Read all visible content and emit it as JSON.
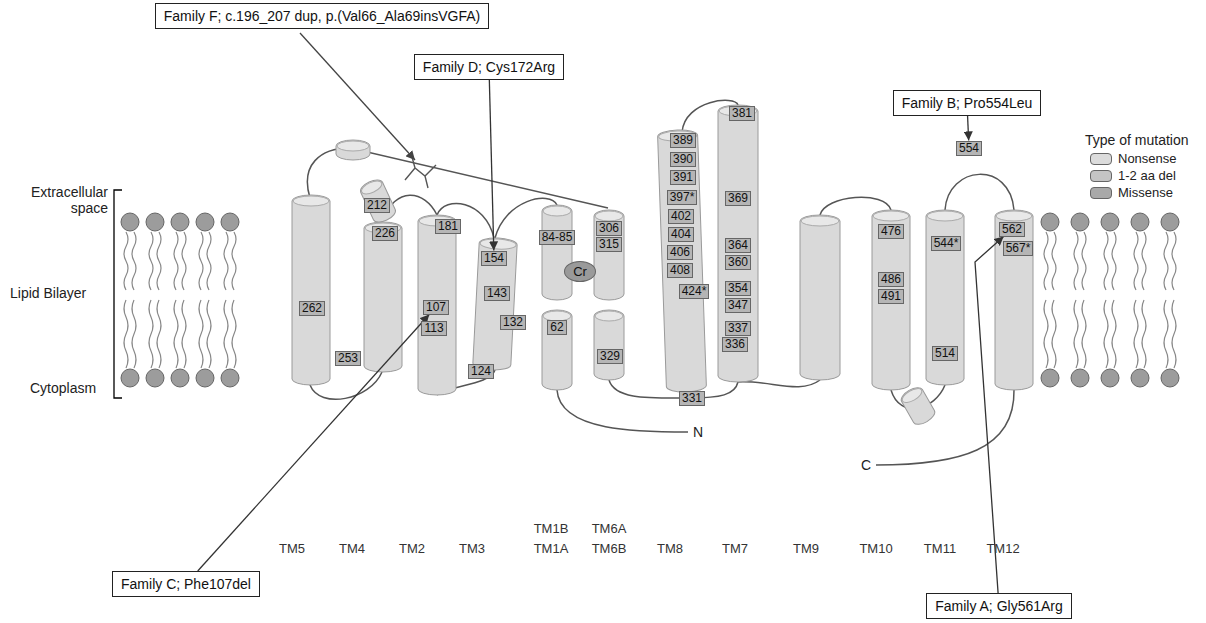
{
  "diagram": {
    "nodes": [
      {
        "text": [
          "Family F; c.196_207 dup, p.(Val66_Ala69insVGFA)"
        ]
      },
      {
        "text": [
          "Family D; Cys172Arg"
        ]
      },
      {
        "text": [
          "Family B; Pro554Leu"
        ]
      },
      {
        "text": [
          "381"
        ]
      },
      {
        "text": [
          "389"
        ]
      },
      {
        "text": [
          "390"
        ]
      },
      {
        "text": [
          "391"
        ]
      },
      {
        "text": [
          "554"
        ]
      },
      {
        "text": [
          "212"
        ]
      },
      {
        "text": [
          "369"
        ]
      },
      {
        "text": [
          "397*"
        ]
      },
      {
        "text": [
          "181"
        ]
      },
      {
        "text": [
          "402"
        ]
      },
      {
        "text": [
          "306"
        ]
      },
      {
        "text": [
          "84-85"
        ]
      },
      {
        "text": [
          "315"
        ]
      },
      {
        "text": [
          "476"
        ]
      },
      {
        "text": [
          "226"
        ]
      },
      {
        "text": [
          "404"
        ]
      },
      {
        "text": [
          "562"
        ]
      },
      {
        "text": [
          "544*"
        ]
      },
      {
        "text": [
          "567*"
        ]
      },
      {
        "text": [
          "406"
        ]
      },
      {
        "text": [
          "364"
        ]
      },
      {
        "text": [
          "154"
        ]
      },
      {
        "text": [
          "360"
        ]
      },
      {
        "text": [
          "408"
        ]
      },
      {
        "text": [
          "Cr"
        ]
      },
      {
        "text": [
          "486"
        ]
      },
      {
        "text": [
          "354"
        ]
      },
      {
        "text": [
          "424*"
        ]
      },
      {
        "text": [
          "143"
        ]
      },
      {
        "text": [
          "491"
        ]
      },
      {
        "text": [
          "347"
        ]
      },
      {
        "text": [
          "107"
        ]
      },
      {
        "text": [
          "262"
        ]
      },
      {
        "text": [
          "132"
        ]
      },
      {
        "text": [
          "62"
        ]
      },
      {
        "text": [
          "113"
        ]
      },
      {
        "text": [
          "337"
        ]
      },
      {
        "text": [
          "336"
        ]
      },
      {
        "text": [
          "514"
        ]
      },
      {
        "text": [
          "329"
        ]
      },
      {
        "text": [
          "253"
        ]
      },
      {
        "text": [
          "124"
        ]
      },
      {
        "text": [
          "331"
        ]
      },
      {
        "text": [
          "Family C; Phe107del"
        ]
      },
      {
        "text": [
          "Family A; Gly561Arg"
        ]
      }
    ],
    "edges": [
      {
        "from": 1,
        "to": 24,
        "arrow": "to"
      },
      {
        "from": 2,
        "to": 7,
        "arrow": "to"
      },
      {
        "from": 46,
        "to": 34,
        "arrow": "to"
      },
      {
        "from": 47,
        "to": 19,
        "arrow": "to"
      }
    ],
    "labels": [
      "Extracellular space",
      "Lipid Bilayer",
      "Cytoplasm",
      "Type of mutation",
      "N",
      "C",
      "TM5",
      "TM4",
      "TM2",
      "TM3",
      "TM1B",
      "TM1A",
      "TM6A",
      "TM6B",
      "TM8",
      "TM7",
      "TM9",
      "TM10",
      "TM11",
      "TM12"
    ],
    "legend": [
      {
        "text": "Nonsense",
        "color": "#dcdcdc"
      },
      {
        "text": "1-2 aa del",
        "color": "#c4c4c4"
      },
      {
        "text": "Missense",
        "color": "#a9a9a9"
      }
    ]
  }
}
